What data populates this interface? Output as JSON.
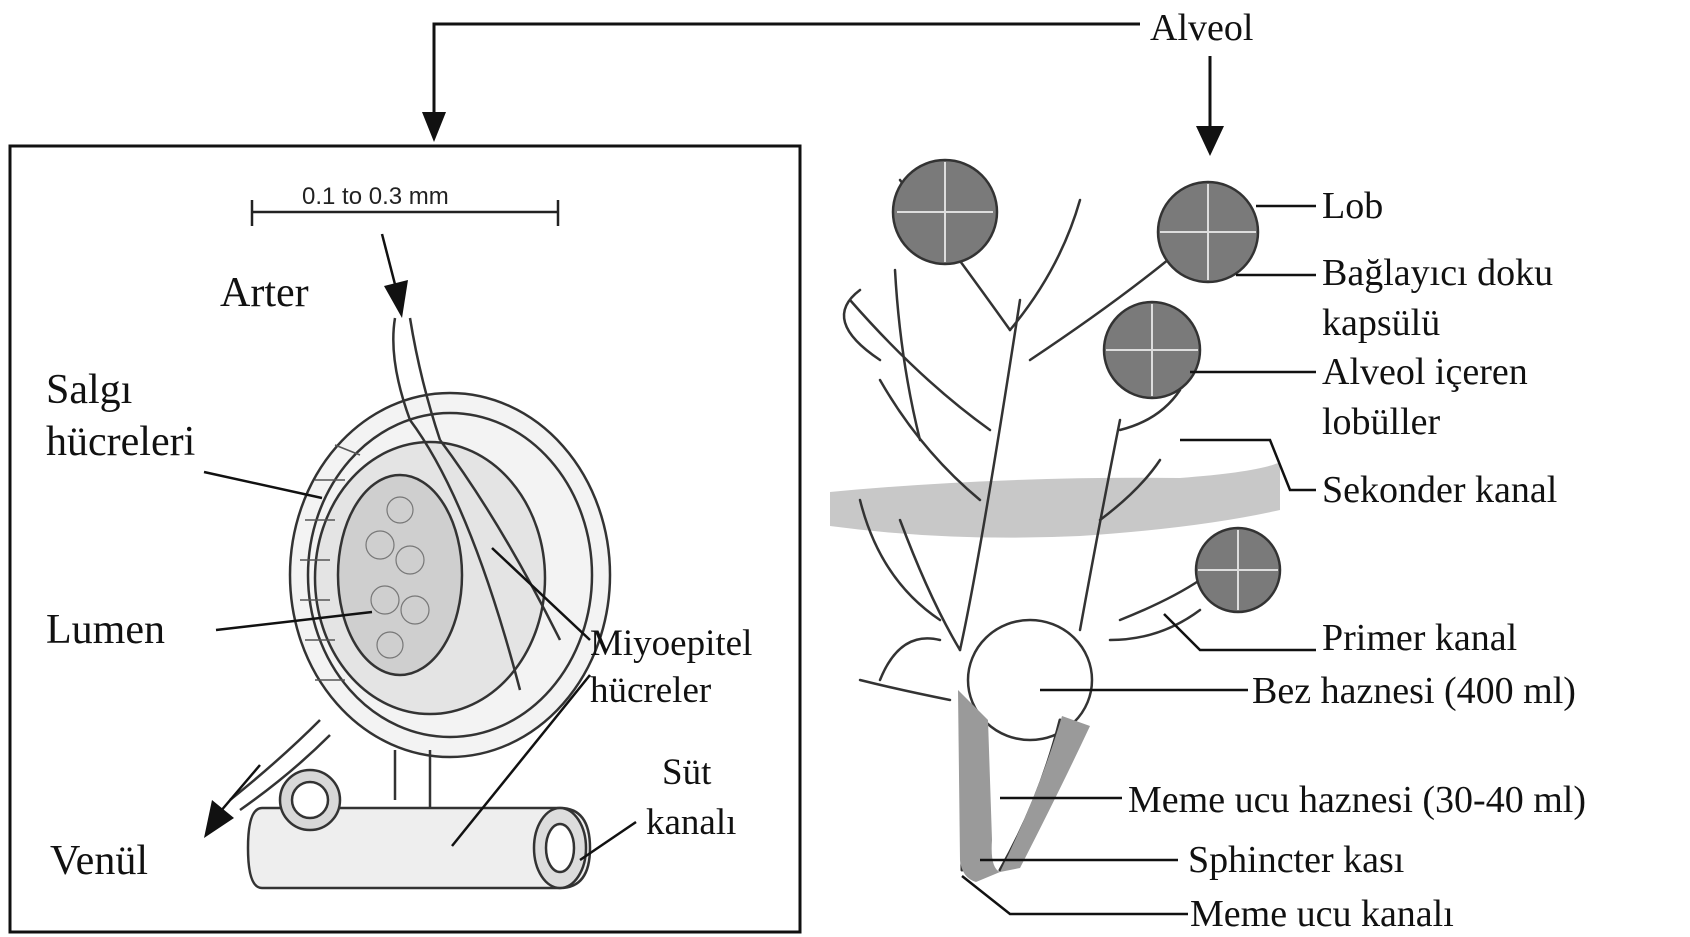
{
  "top": {
    "alveol": "Alveol"
  },
  "left_panel": {
    "scale": "0.1 to 0.3 mm",
    "arter": "Arter",
    "salgi_line1": "Salgı",
    "salgi_line2": "hücreleri",
    "lumen": "Lumen",
    "miyo_line1": "Miyoepitel",
    "miyo_line2": "hücreler",
    "sut_line1": "Süt",
    "sut_line2": "kanalı",
    "venul": "Venül"
  },
  "right_panel": {
    "lob": "Lob",
    "baglayici_line1": "Bağlayıcı doku",
    "baglayici_line2": "kapsülü",
    "alveol_iceren_line1": "Alveol içeren",
    "alveol_iceren_line2": "lobüller",
    "sekonder": "Sekonder kanal",
    "primer": "Primer kanal",
    "bez": "Bez haznesi (400 ml)",
    "meme_haznesi": "Meme ucu haznesi (30-40 ml)",
    "sphincter": "Sphincter kası",
    "meme_kanali": "Meme ucu kanalı"
  },
  "colors": {
    "band": "#c8c8c8",
    "stroke": "#222222",
    "nipple": "#9a9a9a",
    "lobule": "#6e6e6e"
  }
}
